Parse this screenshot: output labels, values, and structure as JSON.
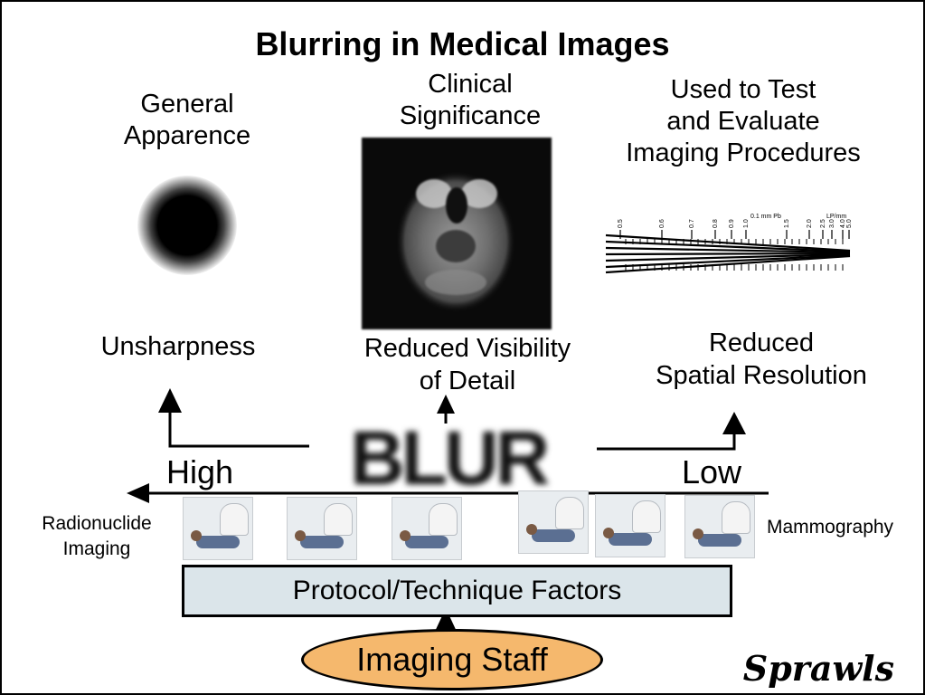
{
  "title": "Blurring in Medical Images",
  "columns": [
    {
      "heading_lines": [
        "General",
        "Apparence"
      ],
      "label_lines": [
        "Unsharpness"
      ]
    },
    {
      "heading_lines": [
        "Clinical",
        "Significance"
      ],
      "label_lines": [
        "Reduced Visibility",
        "of Detail"
      ]
    },
    {
      "heading_lines": [
        "Used to Test",
        "and Evaluate",
        "Imaging Procedures"
      ],
      "label_lines": [
        "Reduced",
        "Spatial Resolution"
      ]
    }
  ],
  "test_pattern": {
    "header_left": "0.1 mm Pb",
    "header_right": "LP/mm",
    "tick_labels": [
      "0.5",
      "0.6",
      "0.7",
      "0.8",
      "0.9",
      "1.0",
      "1.5",
      "2.0",
      "2.5",
      "3.0",
      "4.0",
      "5.0"
    ]
  },
  "blur_word": "BLUR",
  "axis": {
    "high_label": "High",
    "low_label": "Low"
  },
  "side_labels": {
    "left_lines": [
      "Radionuclide",
      "Imaging"
    ],
    "right": "Mammography"
  },
  "protocol_label": "Protocol/Technique Factors",
  "staff_label": "Imaging Staff",
  "signature": "Sprawls",
  "colors": {
    "protocol_fill": "#dbe5ea",
    "staff_fill": "#f5b86d",
    "arrow": "#000000"
  }
}
